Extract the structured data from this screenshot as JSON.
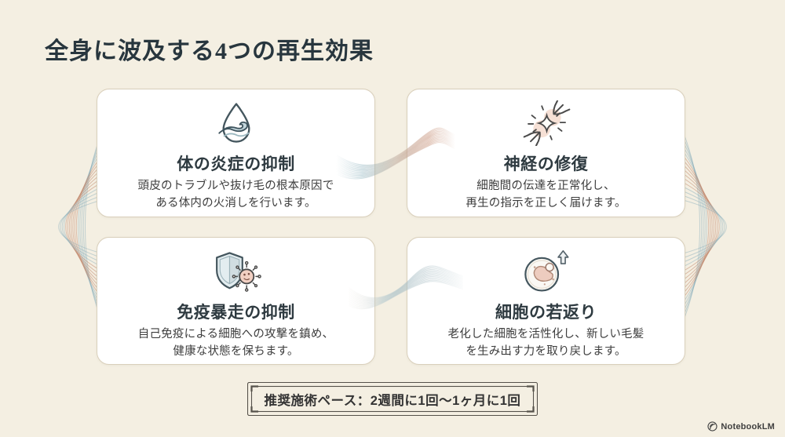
{
  "title": "全身に波及する4つの再生効果",
  "cards": [
    {
      "icon": "water-drop-wave-icon",
      "title": "体の炎症の抑制",
      "body": "頭皮のトラブルや抜け毛の根本原因で\nある体内の火消しを行います。"
    },
    {
      "icon": "synapse-spark-icon",
      "title": "神経の修復",
      "body": "細胞間の伝達を正常化し、\n再生の指示を正しく届けます。"
    },
    {
      "icon": "shield-virus-icon",
      "title": "免疫暴走の抑制",
      "body": "自己免疫による細胞への攻撃を鎮め、\n健康な状態を保ちます。"
    },
    {
      "icon": "cell-renewal-icon",
      "title": "細胞の若返り",
      "body": "老化した細胞を活性化し、新しい毛髪\nを生み出す力を取り戻します。"
    }
  ],
  "footer_note": {
    "label": "推奨施術ペース：2週間に1回〜1ヶ月に1回"
  },
  "brand": {
    "name": "NotebookLM"
  },
  "theme": {
    "background": "#f4efe2",
    "card_bg": "#ffffff",
    "card_border": "#d9cfbb",
    "title_color": "#28363e",
    "text_color": "#3d3d3d",
    "teal": "#8db2bd",
    "rust": "#c08468",
    "pale_blue": "#b4c9cf",
    "banner_border": "#55514a"
  }
}
